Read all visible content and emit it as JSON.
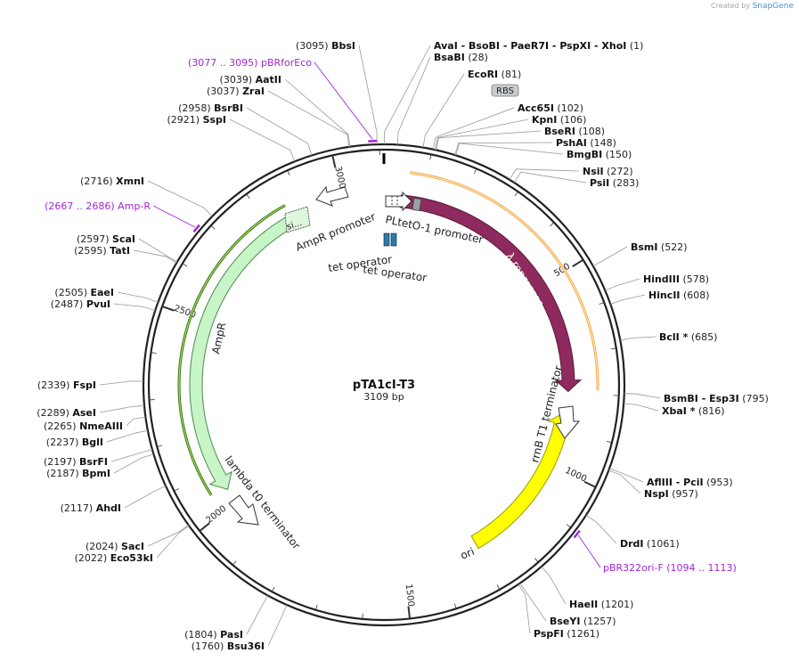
{
  "credit": {
    "prefix": "Created by",
    "brand": "SnapGene"
  },
  "plasmid": {
    "name": "pTA1cI-T3",
    "length": "3109 bp"
  },
  "ticks": [
    "500",
    "1000",
    "1500",
    "2000",
    "2500",
    "3000"
  ],
  "sites": [
    {
      "pos": "(1)",
      "name": "AvaI - BsoBI - PaeR7I - PspXI - XhoI",
      "bp": 1
    },
    {
      "pos": "(28)",
      "name": "BsaBI",
      "bp": 28
    },
    {
      "pos": "(81)",
      "name": "EcoRI",
      "bp": 81
    },
    {
      "pos": "(102)",
      "name": "Acc65I",
      "bp": 102
    },
    {
      "pos": "(106)",
      "name": "KpnI",
      "bp": 106
    },
    {
      "pos": "(108)",
      "name": "BseRI",
      "bp": 108
    },
    {
      "pos": "(148)",
      "name": "PshAI",
      "bp": 148
    },
    {
      "pos": "(150)",
      "name": "BmgBI",
      "bp": 150
    },
    {
      "pos": "(272)",
      "name": "NsiI",
      "bp": 272
    },
    {
      "pos": "(283)",
      "name": "PsiI",
      "bp": 283
    },
    {
      "pos": "(522)",
      "name": "BsmI",
      "bp": 522
    },
    {
      "pos": "(578)",
      "name": "HindIII",
      "bp": 578
    },
    {
      "pos": "(608)",
      "name": "HincII",
      "bp": 608
    },
    {
      "pos": "(685)",
      "name": "BclI *",
      "bp": 685
    },
    {
      "pos": "(795)",
      "name": "BsmBI - Esp3I",
      "bp": 795
    },
    {
      "pos": "(816)",
      "name": "XbaI *",
      "bp": 816
    },
    {
      "pos": "(953)",
      "name": "AflIII - PciI",
      "bp": 953
    },
    {
      "pos": "(957)",
      "name": "NspI",
      "bp": 957
    },
    {
      "pos": "(1061)",
      "name": "DrdI",
      "bp": 1061
    },
    {
      "pos": "(1201)",
      "name": "HaeII",
      "bp": 1201
    },
    {
      "pos": "(1257)",
      "name": "BseYI",
      "bp": 1257
    },
    {
      "pos": "(1261)",
      "name": "PspFI",
      "bp": 1261
    },
    {
      "pos": "(1760)",
      "name": "Bsu36I",
      "bp": 1760
    },
    {
      "pos": "(1804)",
      "name": "PasI",
      "bp": 1804
    },
    {
      "pos": "(2022)",
      "name": "Eco53kI",
      "bp": 2022
    },
    {
      "pos": "(2024)",
      "name": "SacI",
      "bp": 2024
    },
    {
      "pos": "(2117)",
      "name": "AhdI",
      "bp": 2117
    },
    {
      "pos": "(2187)",
      "name": "BpmI",
      "bp": 2187
    },
    {
      "pos": "(2197)",
      "name": "BsrFI",
      "bp": 2197
    },
    {
      "pos": "(2237)",
      "name": "BglI",
      "bp": 2237
    },
    {
      "pos": "(2265)",
      "name": "NmeAIII",
      "bp": 2265
    },
    {
      "pos": "(2289)",
      "name": "AseI",
      "bp": 2289
    },
    {
      "pos": "(2339)",
      "name": "FspI",
      "bp": 2339
    },
    {
      "pos": "(2487)",
      "name": "PvuI",
      "bp": 2487
    },
    {
      "pos": "(2505)",
      "name": "EaeI",
      "bp": 2505
    },
    {
      "pos": "(2595)",
      "name": "TatI",
      "bp": 2595
    },
    {
      "pos": "(2597)",
      "name": "ScaI",
      "bp": 2597
    },
    {
      "pos": "(2716)",
      "name": "XmnI",
      "bp": 2716
    },
    {
      "pos": "(2921)",
      "name": "SspI",
      "bp": 2921
    },
    {
      "pos": "(2958)",
      "name": "BsrBI",
      "bp": 2958
    },
    {
      "pos": "(3037)",
      "name": "ZraI",
      "bp": 3037
    },
    {
      "pos": "(3039)",
      "name": "AatII",
      "bp": 3039
    },
    {
      "pos": "(3095)",
      "name": "BbsI",
      "bp": 3095
    }
  ],
  "primers": [
    {
      "label": "(3077 .. 3095)  pBRforEco",
      "bp": 3086
    },
    {
      "label": "(2667 .. 2686)  Amp-R",
      "bp": 2676
    },
    {
      "label": "pBR322ori-F     (1094 .. 1113)",
      "bp": 1103
    }
  ],
  "features": [
    {
      "name": "λ repressor",
      "start": 40,
      "end": 800,
      "color": "#8e2a5e"
    },
    {
      "name": "AmpR",
      "start": 2030,
      "end": 2870,
      "color": "#c8f5c8"
    },
    {
      "name": "ori",
      "start": 1280,
      "end": 870,
      "color": "#ffff00"
    },
    {
      "name": "RBS",
      "color": "#c0c0c0"
    },
    {
      "name": "PLtetO-1 promoter"
    },
    {
      "name": "tet operator"
    },
    {
      "name": "tet operator"
    },
    {
      "name": "AmpR promoter"
    },
    {
      "name": "rrnB T1 terminator"
    },
    {
      "name": "lambda t0 terminator"
    },
    {
      "name": "si..."
    }
  ]
}
